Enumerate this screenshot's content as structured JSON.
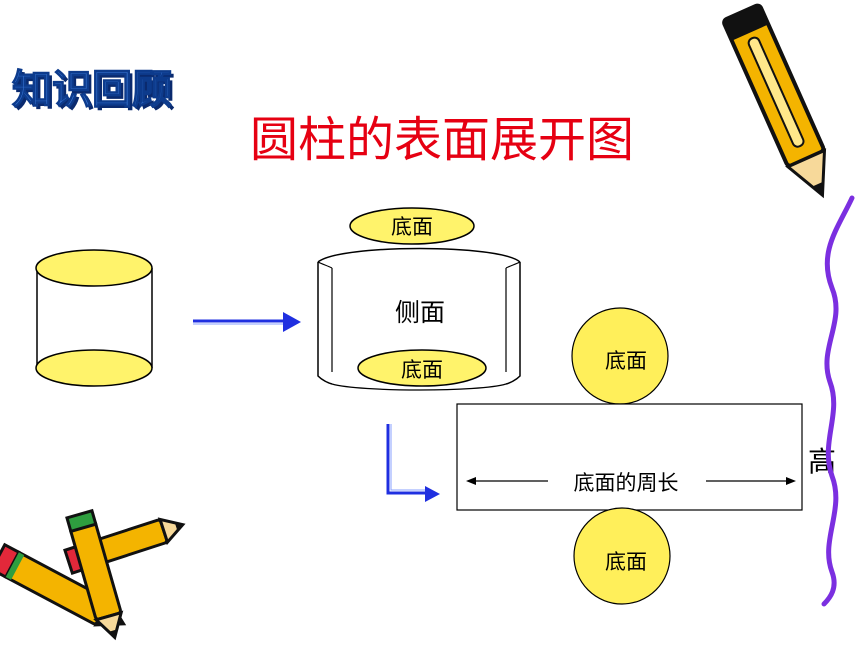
{
  "badge": {
    "text": "知识回顾",
    "color": "#1f4fa8"
  },
  "title": {
    "text": "圆柱的表面展开图",
    "color": "#e60012"
  },
  "labels": {
    "top_base": "底面",
    "lateral": "侧面",
    "bottom_base": "底面",
    "net_top_base": "底面",
    "net_bottom_base": "底面",
    "circumference": "底面的周长",
    "height": "高"
  },
  "colors": {
    "ellipse_fill": "#fff36b",
    "circle_fill": "#ffef5a",
    "arrow": "#1f2fe0",
    "outline": "#000000",
    "wave": "#7b2fe0",
    "pencil_body": "#f4b400",
    "pencil_dark": "#111111",
    "pencil_eraser": "#e2283a",
    "pencil_band": "#2e9e3f"
  },
  "icons": [
    "pencil-icon",
    "pencils-icon",
    "wave-decoration"
  ]
}
